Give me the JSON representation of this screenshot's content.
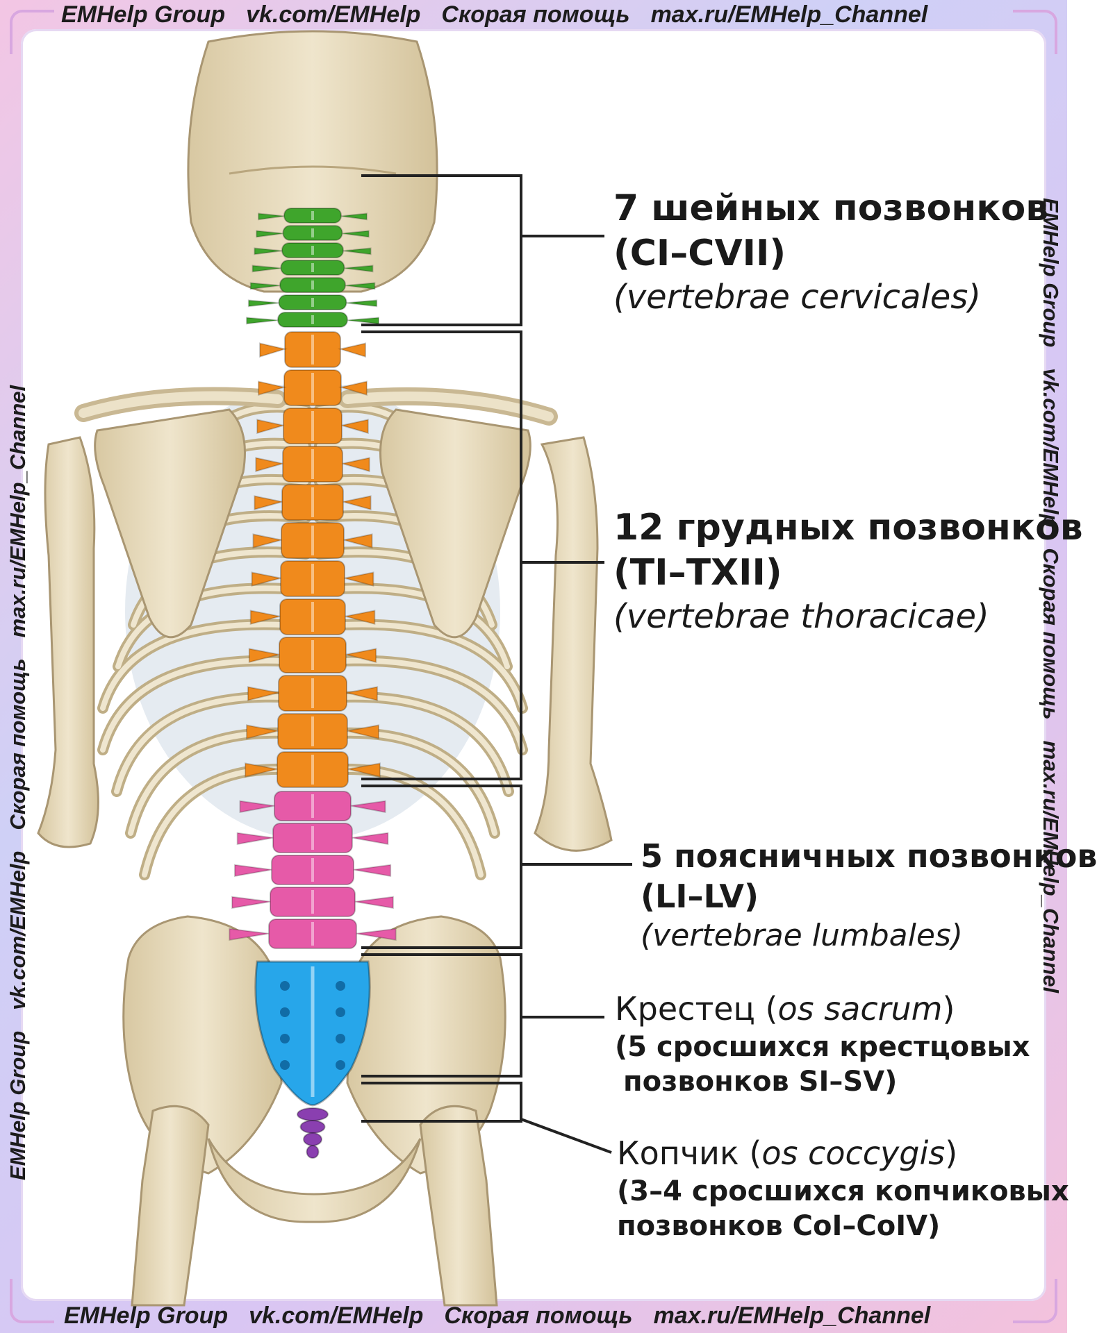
{
  "watermark": {
    "items": [
      "EMHelp Group",
      "vk.com/EMHelp",
      "Скорая помощь",
      "max.ru/EMHelp_Channel"
    ]
  },
  "labels": {
    "cervical": {
      "line1": "7 шейных позвонков",
      "line2": "(CI–CVII)",
      "line3": "(vertebrae cervicales)"
    },
    "thoracic": {
      "line1": "12 грудных позвонков",
      "line2": "(TI–TXII)",
      "line3": "(vertebrae thoracicae)"
    },
    "lumbar": {
      "line1": "5 поясничных позвонков",
      "line2": "(LI–LV)",
      "line3": "(vertebrae lumbales)"
    },
    "sacrum": {
      "name": "Крестец (",
      "latin": "os sacrum",
      "close": ")",
      "line2": "(5 сросшихся крестцовых",
      "line3": "позвонков SI–SV)"
    },
    "coccyx": {
      "name": "Копчик (",
      "latin": "os coccygis",
      "close": ")",
      "line2": "(3–4 сросшихся копчиковых",
      "line3": "позвонков CoI–CoIV)"
    }
  },
  "colors": {
    "bone": "#e8dcc0",
    "bone_shadow": "#c9b893",
    "cervical": "#3fa52c",
    "thoracic": "#f08a1c",
    "lumbar": "#e65aa8",
    "sacrum": "#27a6ea",
    "coccyx": "#8a3fb0",
    "cartilage": "#b9cde0"
  }
}
